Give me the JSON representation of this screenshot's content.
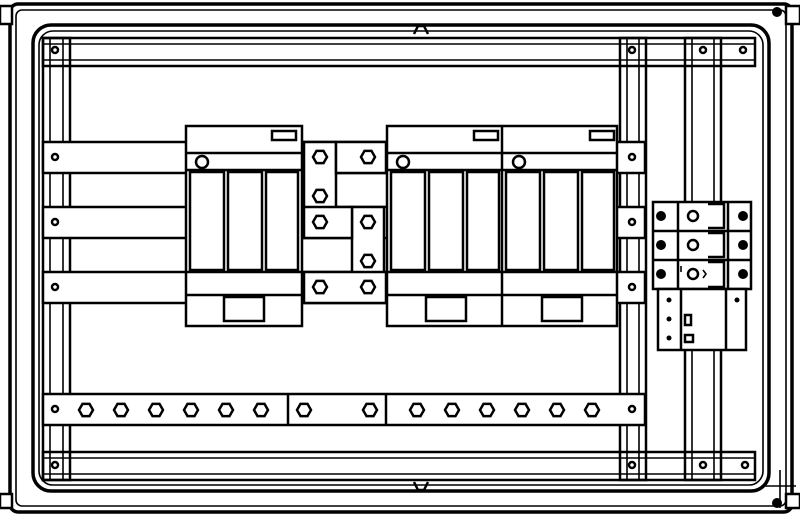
{
  "colors": {
    "line": "#000000",
    "background": "#ffffff"
  },
  "icons": {
    "hex_bolt": "hexagon-nut-icon",
    "mount_hole": "circle-hole-icon",
    "terminal_screw": "filled-circle-icon"
  },
  "counts": {
    "busbar_rows": 3,
    "neutral_bar_bolts": 14,
    "din_devices": 3,
    "side_terminals": 3
  }
}
